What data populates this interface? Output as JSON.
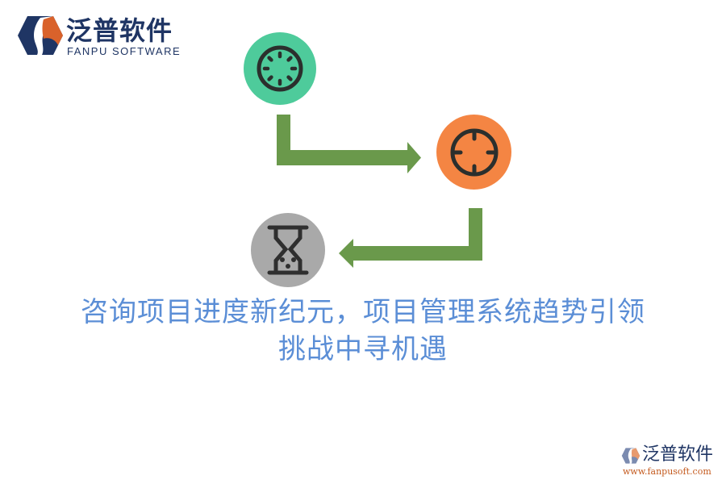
{
  "logo": {
    "name_cn": "泛普软件",
    "name_en": "FANPU SOFTWARE",
    "icon": "fanpu-hexagon-logo-icon"
  },
  "diagram": {
    "steps": [
      {
        "icon": "loading-spinner-icon",
        "color": "#4ecb9b"
      },
      {
        "icon": "crosshair-target-icon",
        "color": "#f48543"
      },
      {
        "icon": "hourglass-icon",
        "color": "#a9a9a9"
      }
    ],
    "arrow_color": "#6a994b",
    "arrows": [
      {
        "from": 0,
        "to": 1,
        "direction": "down-then-right"
      },
      {
        "from": 1,
        "to": 2,
        "direction": "down-then-left"
      }
    ]
  },
  "title": {
    "line1": "咨询项目进度新纪元，项目管理系统趋势引领",
    "line2": "挑战中寻机遇",
    "color": "#5b8ed6"
  },
  "watermark": {
    "name_cn": "泛普软件",
    "url": "www.fanpusoft.com"
  }
}
